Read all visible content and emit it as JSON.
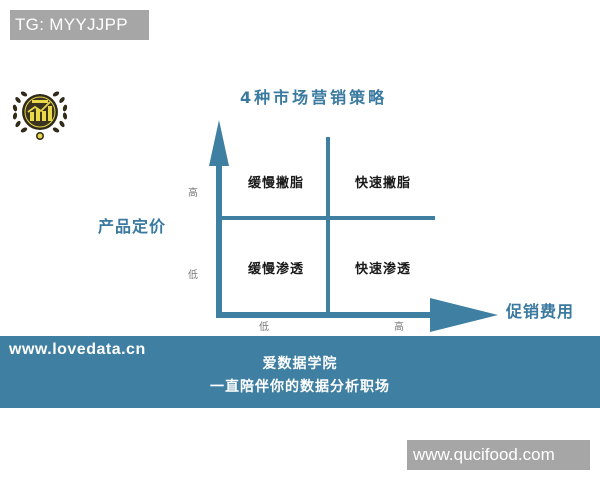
{
  "watermarks": {
    "top": "TG: MYYJJPP",
    "bottom": "www.qucifood.com"
  },
  "logo": {
    "icon": "laurel-chart-badge-icon",
    "colors": {
      "ring": "#2f2a1a",
      "fill": "#e8d84a",
      "laurel": "#2f2a1a"
    }
  },
  "diagram": {
    "title": "4种市场营销策略",
    "y_axis": {
      "label": "产品定价",
      "ticks": [
        "高",
        "低"
      ]
    },
    "x_axis": {
      "label": "促销费用",
      "ticks": [
        "低",
        "高"
      ]
    },
    "quadrants": [
      {
        "position": "top-left",
        "label": "缓慢撇脂"
      },
      {
        "position": "top-right",
        "label": "快速撇脂"
      },
      {
        "position": "bottom-left",
        "label": "缓慢渗透"
      },
      {
        "position": "bottom-right",
        "label": "快速渗透"
      }
    ],
    "colors": {
      "axis": "#3f7fa1",
      "title": "#3a7aa0",
      "quadrant_text": "#1a1a1a",
      "tick_text": "#777777"
    }
  },
  "banner": {
    "url": "www.lovedata.cn",
    "line1": "爱数据学院",
    "line2": "一直陪伴你的数据分析职场",
    "background": "#3f7fa1"
  }
}
